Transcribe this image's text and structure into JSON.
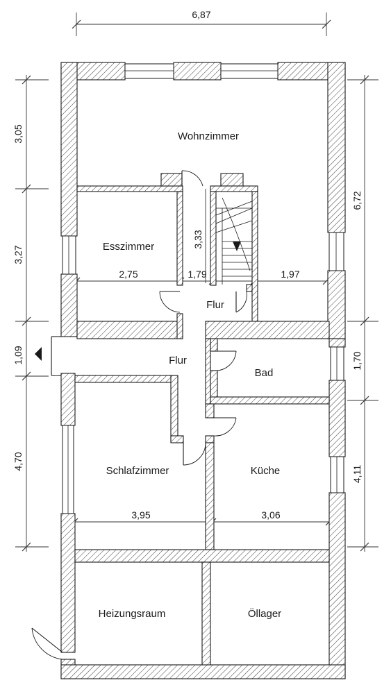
{
  "rooms": {
    "wohnzimmer": "Wohnzimmer",
    "esszimmer": "Esszimmer",
    "flur_upper": "Flur",
    "flur_lower": "Flur",
    "bad": "Bad",
    "schlafzimmer": "Schlafzimmer",
    "kueche": "Küche",
    "heizungsraum": "Heizungsraum",
    "oellager": "Öllager"
  },
  "dimensions": {
    "top_width": "6,87",
    "left_wohnzimmer": "3,05",
    "left_esszimmer": "3,27",
    "left_flur": "1,09",
    "left_schlafzimmer": "4,70",
    "right_upper": "6,72",
    "right_bad": "1,70",
    "right_kueche": "4,11",
    "esszimmer_width": "2,75",
    "flur_width": "1,79",
    "stair_height": "3,33",
    "wohn_right_width": "1,97",
    "schlafzimmer_width": "3,95",
    "kueche_width": "3,06"
  }
}
